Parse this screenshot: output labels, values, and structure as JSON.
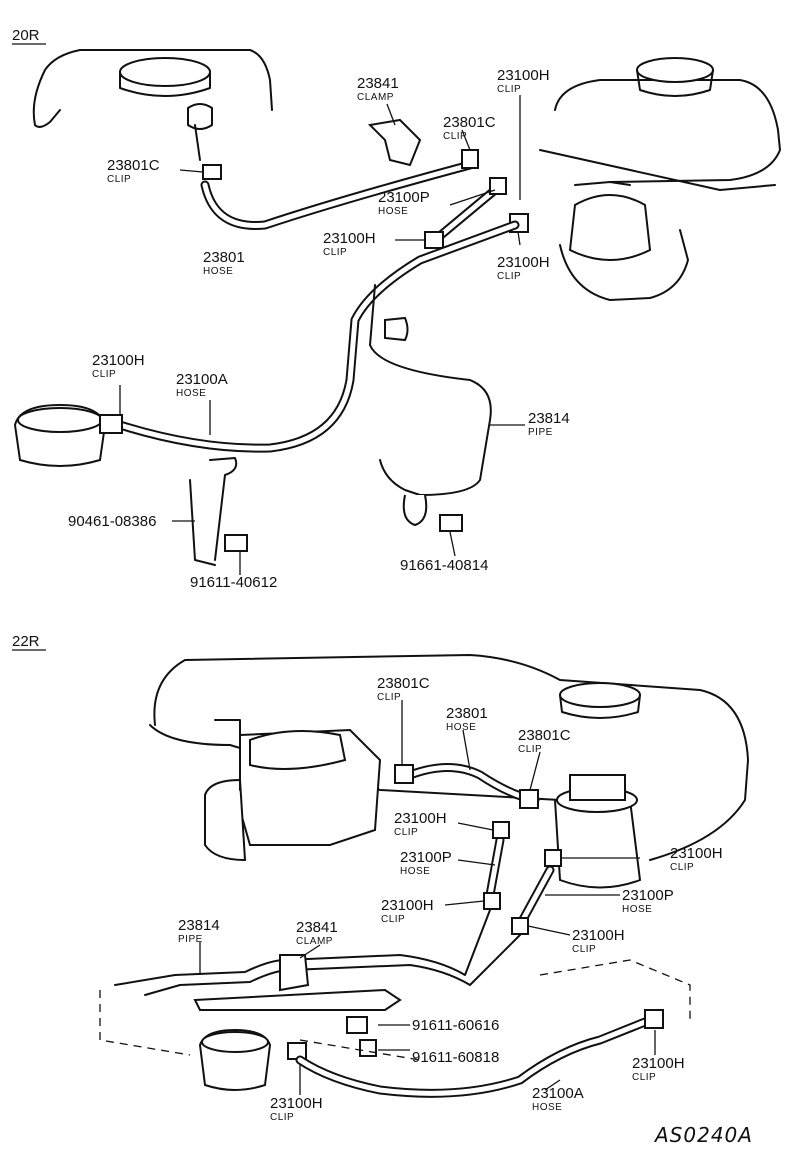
{
  "sections": {
    "top": "20R",
    "bottom": "22R"
  },
  "drawing_code": "AS0240A",
  "top_parts": [
    {
      "num": "23841",
      "name": "CLAMP"
    },
    {
      "num": "23100H",
      "name": "CLIP"
    },
    {
      "num": "23801C",
      "name": "CLIP"
    },
    {
      "num": "23801C",
      "name": "CLIP"
    },
    {
      "num": "23100P",
      "name": "HOSE"
    },
    {
      "num": "23801",
      "name": "HOSE"
    },
    {
      "num": "23100H",
      "name": "CLIP"
    },
    {
      "num": "23100H",
      "name": "CLIP"
    },
    {
      "num": "23100H",
      "name": "CLIP"
    },
    {
      "num": "23100A",
      "name": "HOSE"
    },
    {
      "num": "23814",
      "name": "PIPE"
    },
    {
      "num": "90461-08386",
      "name": ""
    },
    {
      "num": "91611-40612",
      "name": ""
    },
    {
      "num": "91661-40814",
      "name": ""
    }
  ],
  "bottom_parts": [
    {
      "num": "23801C",
      "name": "CLIP"
    },
    {
      "num": "23801",
      "name": "HOSE"
    },
    {
      "num": "23801C",
      "name": "CLIP"
    },
    {
      "num": "23100H",
      "name": "CLIP"
    },
    {
      "num": "23100P",
      "name": "HOSE"
    },
    {
      "num": "23100H",
      "name": "CLIP"
    },
    {
      "num": "23100P",
      "name": "HOSE"
    },
    {
      "num": "23100H",
      "name": "CLIP"
    },
    {
      "num": "23100H",
      "name": "CLIP"
    },
    {
      "num": "23814",
      "name": "PIPE"
    },
    {
      "num": "23841",
      "name": "CLAMP"
    },
    {
      "num": "91611-60616",
      "name": ""
    },
    {
      "num": "91611-60818",
      "name": ""
    },
    {
      "num": "23100H",
      "name": "CLIP"
    },
    {
      "num": "23100A",
      "name": "HOSE"
    },
    {
      "num": "23100H",
      "name": "CLIP"
    }
  ]
}
